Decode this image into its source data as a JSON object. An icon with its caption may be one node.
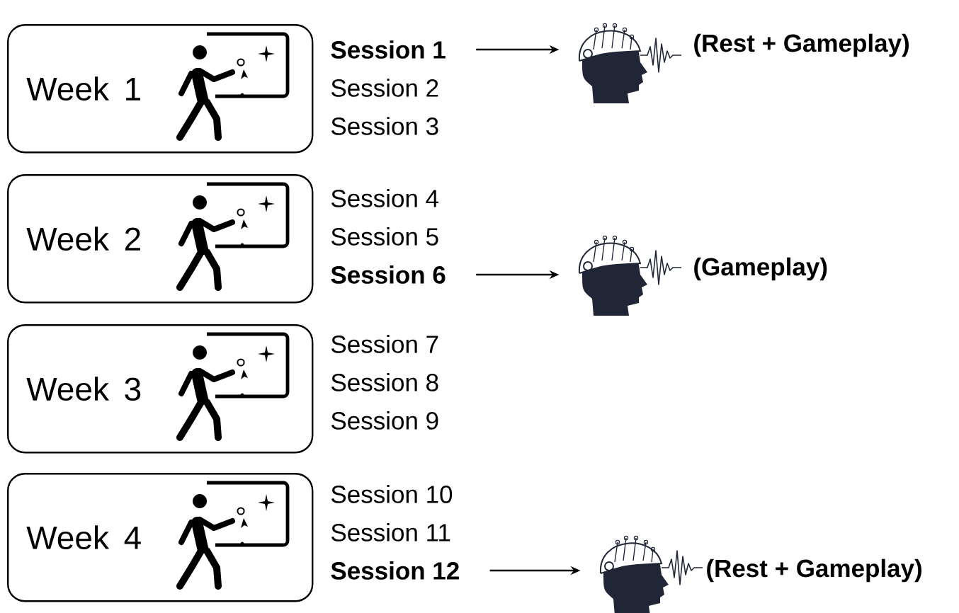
{
  "diagram": {
    "nodes": [
      {
        "text": [
          "Week 1"
        ]
      },
      {
        "text": [
          "Session 1"
        ]
      },
      {
        "text": [],
        "shape": "picture",
        "beside": [
          "(Rest + Gameplay)"
        ]
      },
      {
        "text": [
          "Week 2"
        ]
      },
      {
        "text": [
          "Session 6"
        ]
      },
      {
        "text": [],
        "shape": "picture",
        "beside": [
          "(Gameplay)"
        ]
      },
      {
        "text": [
          "Week 3"
        ]
      },
      {
        "text": [
          "Week 4"
        ]
      },
      {
        "text": [
          "Session 12"
        ]
      },
      {
        "text": [],
        "shape": "picture",
        "beside": [
          "(Rest + Gameplay)"
        ]
      }
    ],
    "edges": [
      {
        "from": 1,
        "to": 2,
        "arrow": "to"
      },
      {
        "from": 4,
        "to": 5,
        "arrow": "to"
      },
      {
        "from": 8,
        "to": 9,
        "arrow": "to"
      }
    ],
    "labels": [
      "Session 2",
      "Session 3",
      "Session 4",
      "Session 5",
      "Session 7",
      "Session 8",
      "Session 9",
      "Session 10",
      "Session 11"
    ]
  }
}
